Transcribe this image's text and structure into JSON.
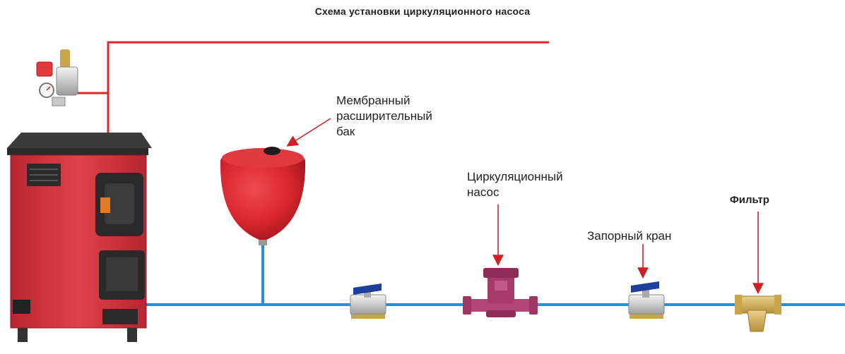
{
  "title": "Схема установки циркуляционного насоса",
  "labels": {
    "tank": "Мембранный\nрасширительный\nбак",
    "pump": "Циркуляционный\nнасос",
    "valve": "Запорный кран",
    "filter": "Фильтр"
  },
  "colors": {
    "supply_pipe": "#e0252b",
    "return_pipe": "#2a8fd1",
    "boiler": "#d8323c",
    "tank": "#d9262f",
    "pump": "#a83a6a",
    "arrow": "#d11f28"
  }
}
